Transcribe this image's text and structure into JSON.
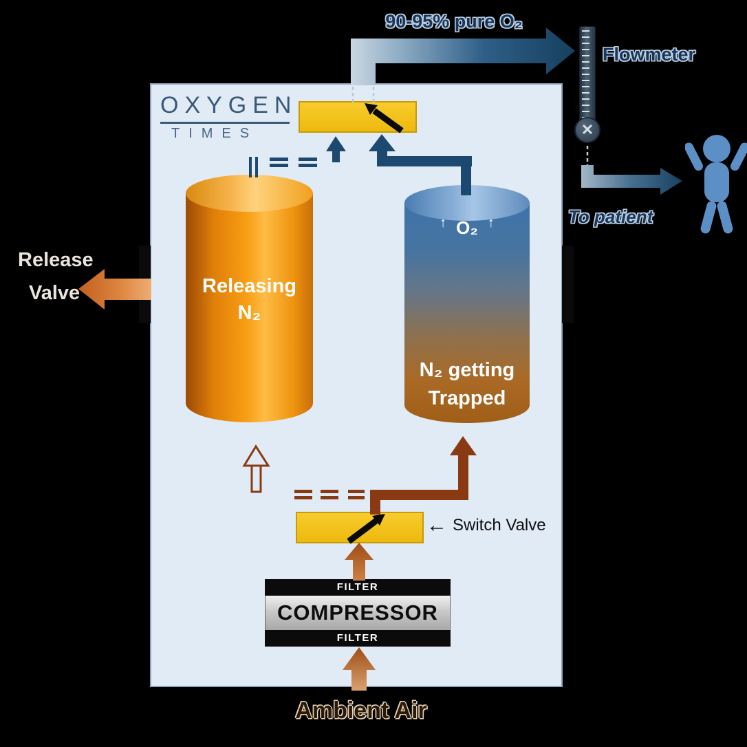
{
  "logo": {
    "line1": "OXYGEN",
    "line2": "TIMES"
  },
  "top": {
    "pure_o2": "90-95% pure O₂",
    "flowmeter": "Flowmeter",
    "to_patient": "To patient"
  },
  "side": {
    "release_line1": "Release",
    "release_line2": "Valve"
  },
  "cylinders": {
    "left": {
      "line1": "Releasing",
      "line2": "N₂"
    },
    "right": {
      "o2": "O₂",
      "line1": "N₂ getting",
      "line2": "Trapped"
    }
  },
  "bottom": {
    "switch_valve": "Switch Valve",
    "filter_top": "FILTER",
    "compressor": "COMPRESSOR",
    "filter_bottom": "FILTER",
    "ambient_air": "Ambient Air"
  },
  "icons": {
    "up_arrow": "↑",
    "left_arrow": "←",
    "valve_cross": "✕"
  },
  "colors": {
    "background": "#000000",
    "housing": "#e1ebf6",
    "valve_yellow": "#f2c017",
    "cylinder_left_orange": "#f89e14",
    "cylinder_right_top_blue": "#3f73aa",
    "cylinder_right_bottom_orange": "#aa6a26",
    "pipe_dark_blue": "#1d4971",
    "pipe_brown": "#8a3a12",
    "release_orange": "#dd8440",
    "patient_blue": "#5d8fc7"
  }
}
